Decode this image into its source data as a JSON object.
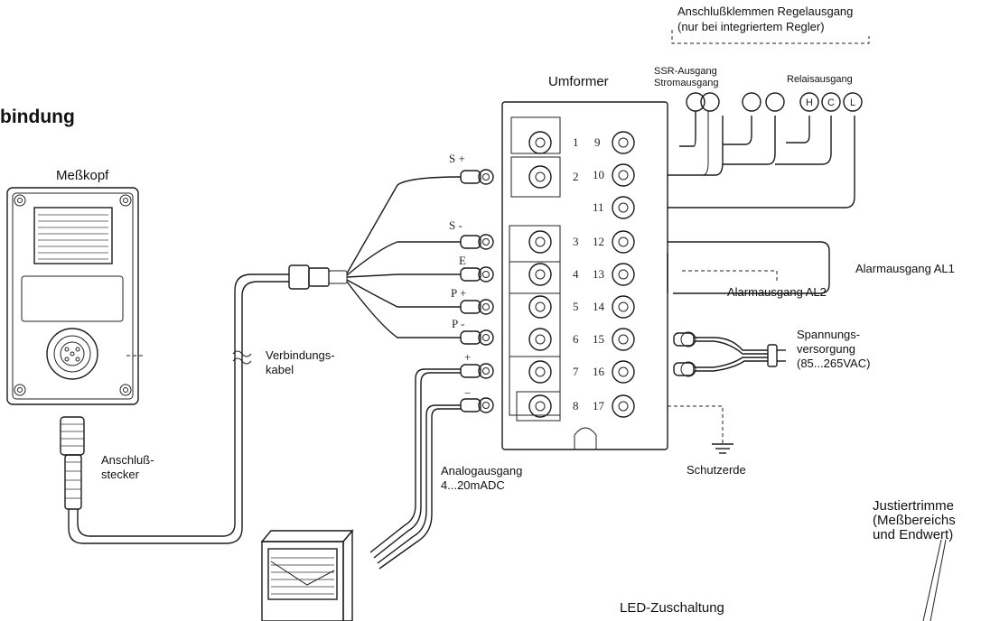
{
  "section_title": "bindung",
  "labels": {
    "messkopf": "Meßkopf",
    "umformer": "Umformer",
    "anschlussklemmen_line1": "Anschlußklemmen Regelausgang",
    "anschlussklemmen_line2": "(nur bei integriertem Regler)",
    "ssr_ausgang": "SSR-Ausgang",
    "stromausgang": "Stromausgang",
    "relaisausgang": "Relaisausgang",
    "alarm_al1": "Alarmausgang AL1",
    "alarm_al2": "Alarmausgang AL2",
    "spannung_line1": "Spannungs-",
    "spannung_line2": "versorgung",
    "spannung_line3": "(85...265VAC)",
    "verbindung_line1": "Verbindungs-",
    "verbindung_line2": "kabel",
    "anschluss_line1": "Anschluß-",
    "anschluss_line2": "stecker",
    "schutzerde": "Schutzerde",
    "analog_line1": "Analogausgang",
    "analog_line2": "4...20mADC",
    "justier_line1": "Justiertrimme",
    "justier_line2": "(Meßbereichs",
    "justier_line3": "und Endwert)",
    "led_zuschaltung": "LED-Zuschaltung"
  },
  "wire_labels": {
    "s_plus": "S +",
    "s_minus": "S -",
    "e": "E",
    "p_plus": "P +",
    "p_minus": "P -",
    "plus": "+",
    "minus": "−"
  },
  "terminal_numbers": [
    "1",
    "2",
    "3",
    "4",
    "5",
    "6",
    "7",
    "8",
    "9",
    "10",
    "11",
    "12",
    "13",
    "14",
    "15",
    "16",
    "17"
  ],
  "relay_terminals": [
    "H",
    "C",
    "L"
  ]
}
